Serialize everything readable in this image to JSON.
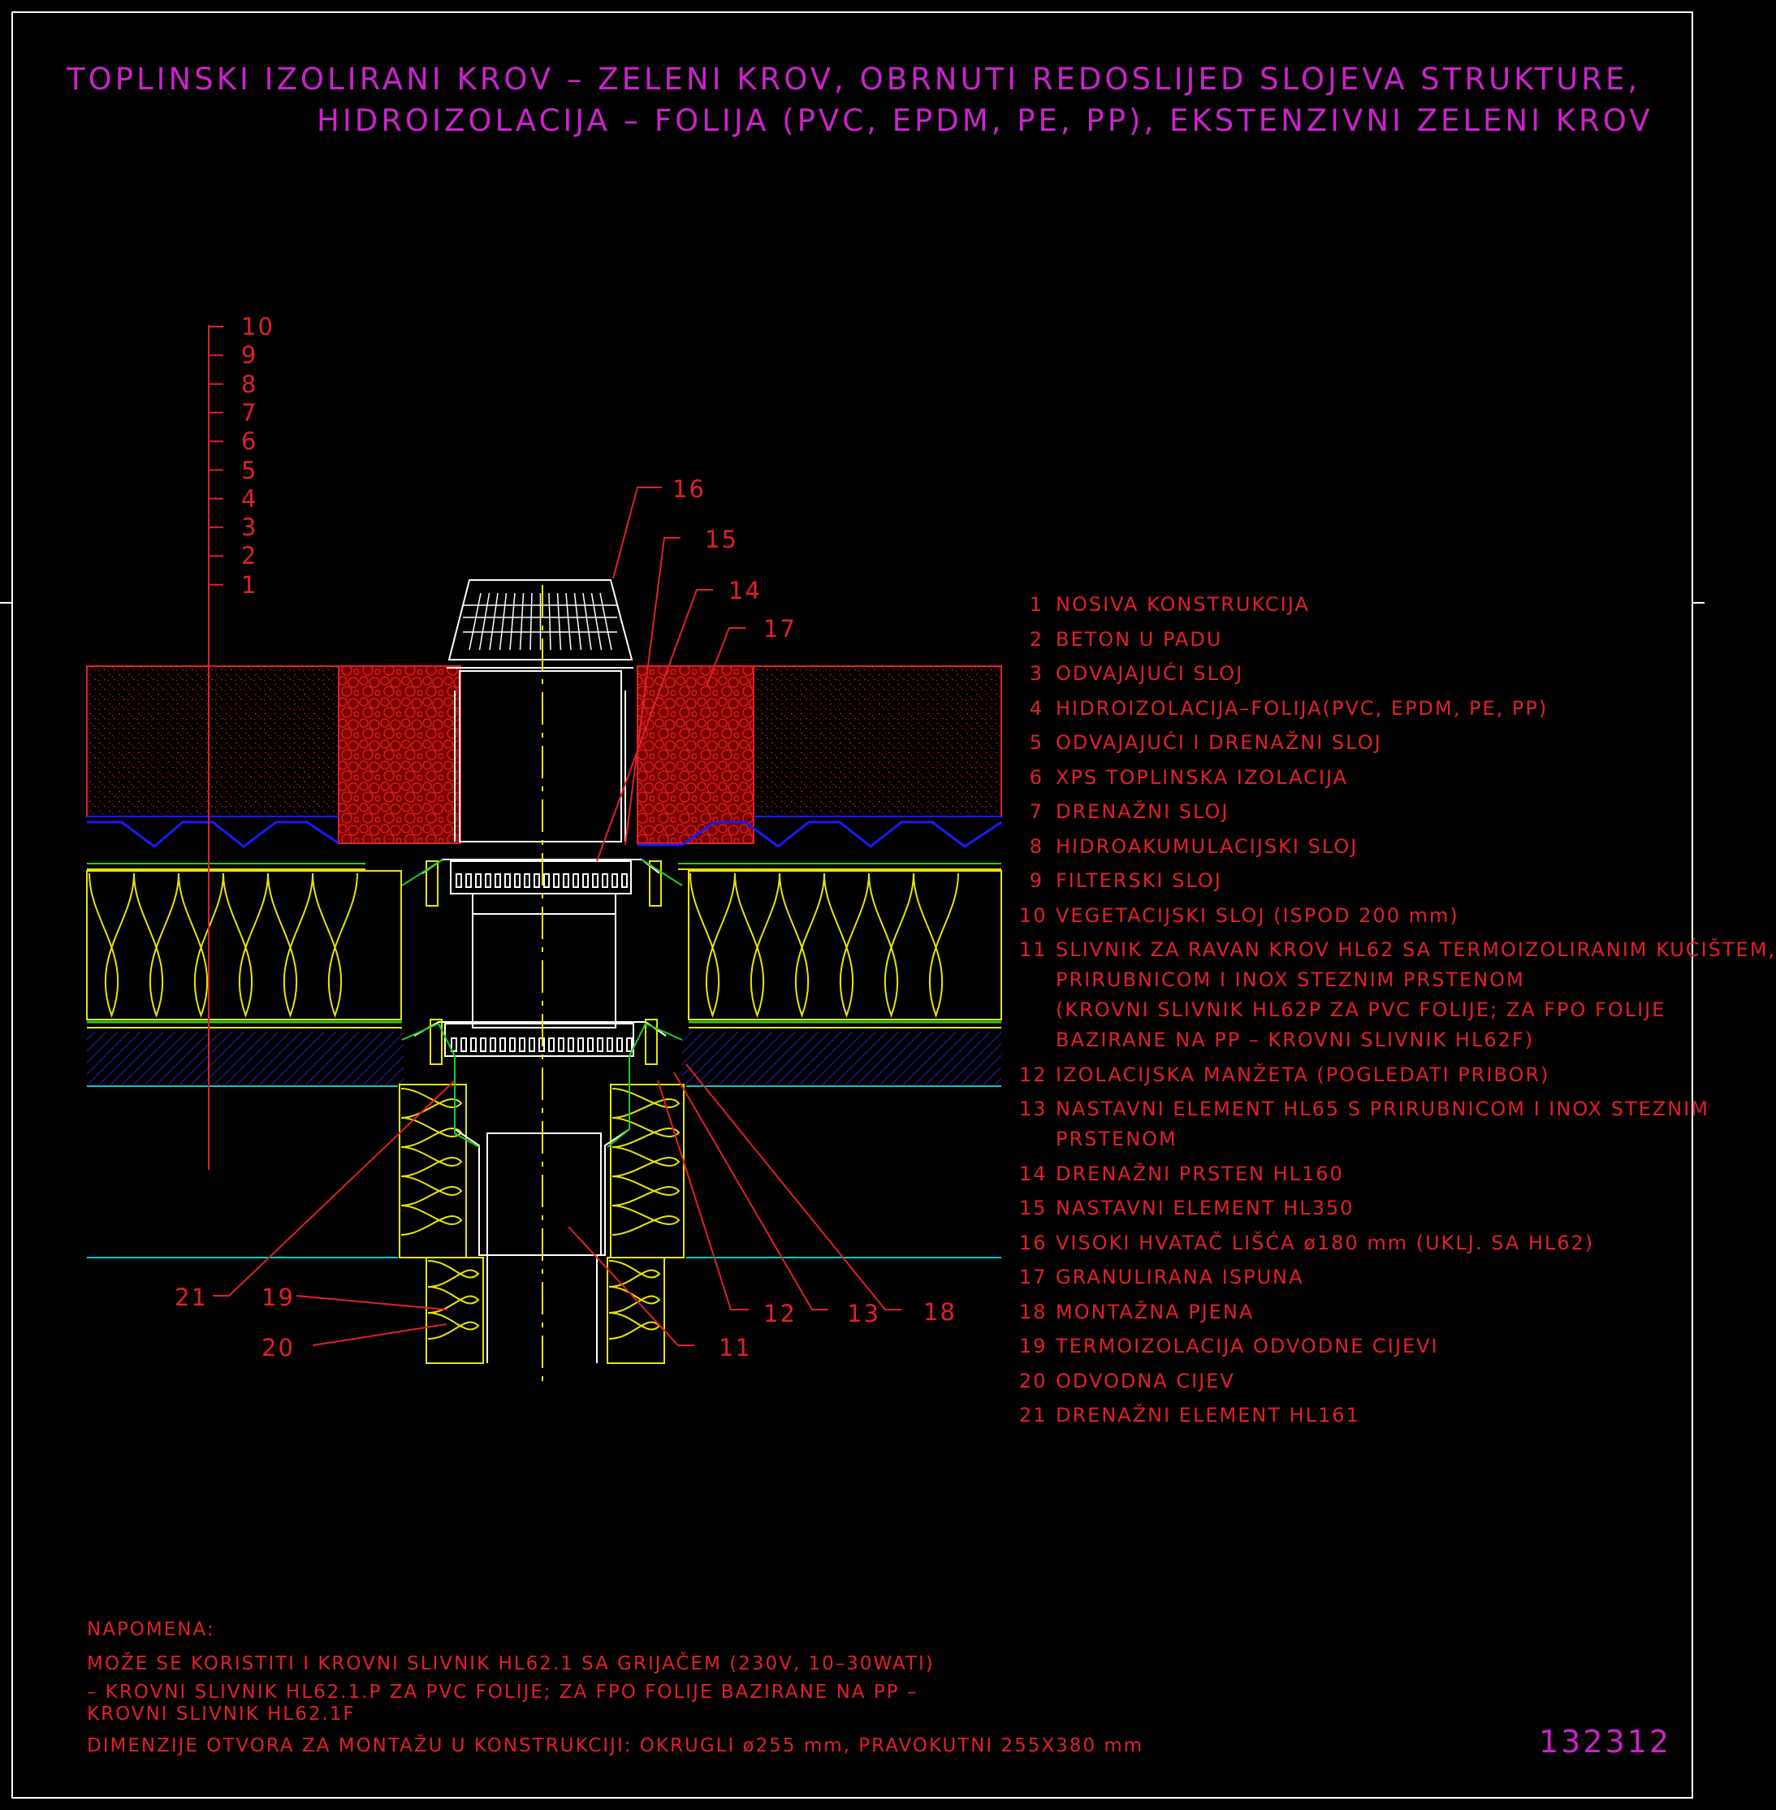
{
  "title": {
    "line1": "TOPLINSKI IZOLIRANI KROV – ZELENI KROV, OBRNUTI REDOSLIJED SLOJEVA STRUKTURE,",
    "line2": "HIDROIZOLACIJA – FOLIJA (PVC, EPDM, PE, PP), EKSTENZIVNI ZELENI KROV"
  },
  "layer_scale": [
    "10",
    "9",
    "8",
    "7",
    "6",
    "5",
    "4",
    "3",
    "2",
    "1"
  ],
  "legend": [
    {
      "num": "1",
      "lines": [
        "NOSIVA KONSTRUKCIJA"
      ]
    },
    {
      "num": "2",
      "lines": [
        "BETON U PADU"
      ]
    },
    {
      "num": "3",
      "lines": [
        "ODVAJAJUĆI SLOJ"
      ]
    },
    {
      "num": "4",
      "lines": [
        "HIDROIZOLACIJA–FOLIJA(PVC, EPDM, PE, PP)"
      ]
    },
    {
      "num": "5",
      "lines": [
        "ODVAJAJUĆI I DRENAŽNI SLOJ"
      ]
    },
    {
      "num": "6",
      "lines": [
        "XPS TOPLINSKA IZOLACIJA"
      ]
    },
    {
      "num": "7",
      "lines": [
        "DRENAŽNI SLOJ"
      ]
    },
    {
      "num": "8",
      "lines": [
        "HIDROAKUMULACIJSKI SLOJ"
      ]
    },
    {
      "num": "9",
      "lines": [
        "FILTERSKI SLOJ"
      ]
    },
    {
      "num": "10",
      "lines": [
        "VEGETACIJSKI SLOJ (ISPOD 200 mm)"
      ]
    },
    {
      "num": "11",
      "lines": [
        "SLIVNIK ZA RAVAN KROV HL62 SA TERMOIZOLIRANIM KUĆIŠTEM,",
        "PRIRUBNICOM I INOX STEZNIM PRSTENOM",
        "(KROVNI SLIVNIK HL62P ZA PVC FOLIJE; ZA FPO FOLIJE",
        "BAZIRANE NA PP – KROVNI SLIVNIK HL62F)"
      ]
    },
    {
      "num": "12",
      "lines": [
        "IZOLACIJSKA MANŽETA (POGLEDATI PRIBOR)"
      ]
    },
    {
      "num": "13",
      "lines": [
        "NASTAVNI ELEMENT HL65 S PRIRUBNICOM I INOX STEZNIM",
        "PRSTENOM"
      ]
    },
    {
      "num": "14",
      "lines": [
        "DRENAŽNI PRSTEN HL160"
      ]
    },
    {
      "num": "15",
      "lines": [
        "NASTAVNI ELEMENT HL350"
      ]
    },
    {
      "num": "16",
      "lines": [
        "VISOKI HVATAČ LIŠĆA ø180 mm (UKLJ. SA HL62)"
      ]
    },
    {
      "num": "17",
      "lines": [
        "GRANULIRANA ISPUNA"
      ]
    },
    {
      "num": "18",
      "lines": [
        "MONTAŽNA PJENA"
      ]
    },
    {
      "num": "19",
      "lines": [
        "TERMOIZOLACIJA ODVODNE CIJEVI"
      ]
    },
    {
      "num": "20",
      "lines": [
        "ODVODNA CIJEV"
      ]
    },
    {
      "num": "21",
      "lines": [
        "DRENAŽNI ELEMENT HL161"
      ]
    }
  ],
  "callouts": [
    "16",
    "15",
    "14",
    "17",
    "21",
    "19",
    "20",
    "11",
    "12",
    "13",
    "18"
  ],
  "notes": {
    "heading": "NAPOMENA:",
    "lines": [
      "MOŽE SE KORISTITI I KROVNI SLIVNIK HL62.1 SA GRIJAČEM (230V, 10–30WATI)",
      "– KROVNI SLIVNIK HL62.1.P ZA PVC FOLIJE; ZA FPO FOLIJE BAZIRANE NA PP –",
      "KROVNI SLIVNIK HL62.1F",
      "DIMENZIJE OTVORA ZA MONTAŽU U KONSTRUKCIJI: OKRUGLI ø255 mm, PRAVOKUTNI 255X380 mm"
    ]
  },
  "drawing_code": "132312",
  "colors": {
    "background": "#000000",
    "title": "#cc22cc",
    "text": "#e0202a",
    "frame": "#ffffff",
    "insulation": "#e6e600",
    "gravel_fill": "#8b0000",
    "membrane": "#1a1aff",
    "concrete_line": "#00cccc",
    "detail_green": "#22cc22"
  }
}
